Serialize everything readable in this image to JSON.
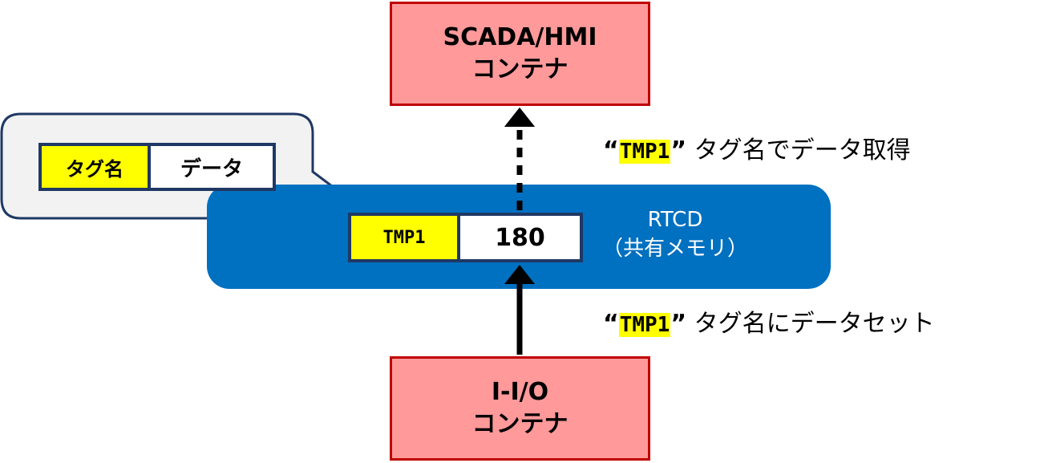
{
  "scada": {
    "line1": "SCADA/HMI",
    "line2": "コンテナ"
  },
  "iio": {
    "line1": "I-I/O",
    "line2": "コンテナ"
  },
  "rtcd": {
    "line1": "RTCD",
    "line2": "（共有メモリ）"
  },
  "rtcd_table": {
    "tag": "TMP1",
    "value": "180"
  },
  "legend": {
    "tag_header": "タグ名",
    "data_header": "データ"
  },
  "annotations": {
    "get": {
      "open_quote": "“",
      "tag": "TMP1",
      "close_quote": "”",
      "text": " タグ名でデータ取得"
    },
    "set": {
      "open_quote": "“",
      "tag": "TMP1",
      "close_quote": "”",
      "text": " タグ名にデータセット"
    }
  },
  "colors": {
    "container_fill": "#ff999a",
    "container_border": "#c00000",
    "rtcd_fill": "#0070c0",
    "tag_highlight": "#ffff00",
    "table_border": "#1f3864",
    "callout_fill": "#f2f2f2"
  }
}
